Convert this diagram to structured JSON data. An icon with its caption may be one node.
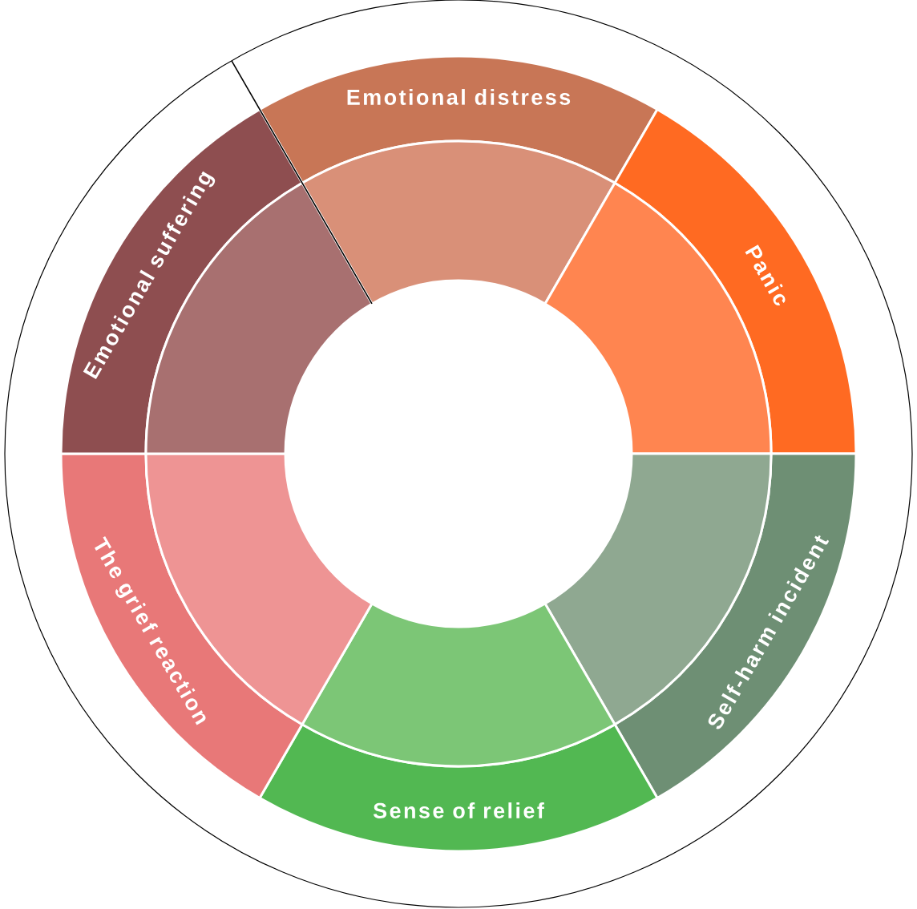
{
  "diagram": {
    "nodes": [
      {
        "text": [
          "Emotional distress"
        ]
      },
      {
        "text": [
          "Panic"
        ]
      },
      {
        "text": [
          "Self-harm incident"
        ]
      },
      {
        "text": [
          "Sense of relief"
        ]
      },
      {
        "text": [
          "The grief reaction"
        ]
      },
      {
        "text": [
          "Emotional suffering"
        ]
      }
    ]
  }
}
